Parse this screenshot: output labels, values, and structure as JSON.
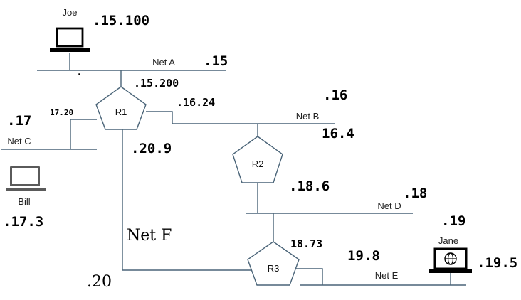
{
  "hosts": {
    "joe": {
      "name": "Joe",
      "address": ".15.100"
    },
    "bill": {
      "name": "Bill",
      "address": ".17.3"
    },
    "jane": {
      "name": "Jane",
      "address": ".19.5"
    }
  },
  "routers": {
    "r1": {
      "name": "R1"
    },
    "r2": {
      "name": "R2"
    },
    "r3": {
      "name": "R3"
    }
  },
  "networks": {
    "net_a": {
      "name": "Net A",
      "subnet": ".15"
    },
    "net_b": {
      "name": "Net B",
      "subnet": ".16"
    },
    "net_c": {
      "name": "Net C",
      "subnet": ".17"
    },
    "net_d": {
      "name": "Net D",
      "subnet": ".18"
    },
    "net_e": {
      "name": "Net E",
      "subnet": ".19"
    },
    "net_f": {
      "name": "Net F",
      "subnet": ".20"
    }
  },
  "interfaces": {
    "r1_net_a": ".15.200",
    "r1_net_b": ".16.24",
    "r1_net_c": "17.20",
    "r1_net_f": ".20.9",
    "r2_net_b": "16.4",
    "r2_net_d": ".18.6",
    "r3_net_d": "18.73",
    "r3_net_e": "19.8",
    "net_a_dot": "."
  }
}
